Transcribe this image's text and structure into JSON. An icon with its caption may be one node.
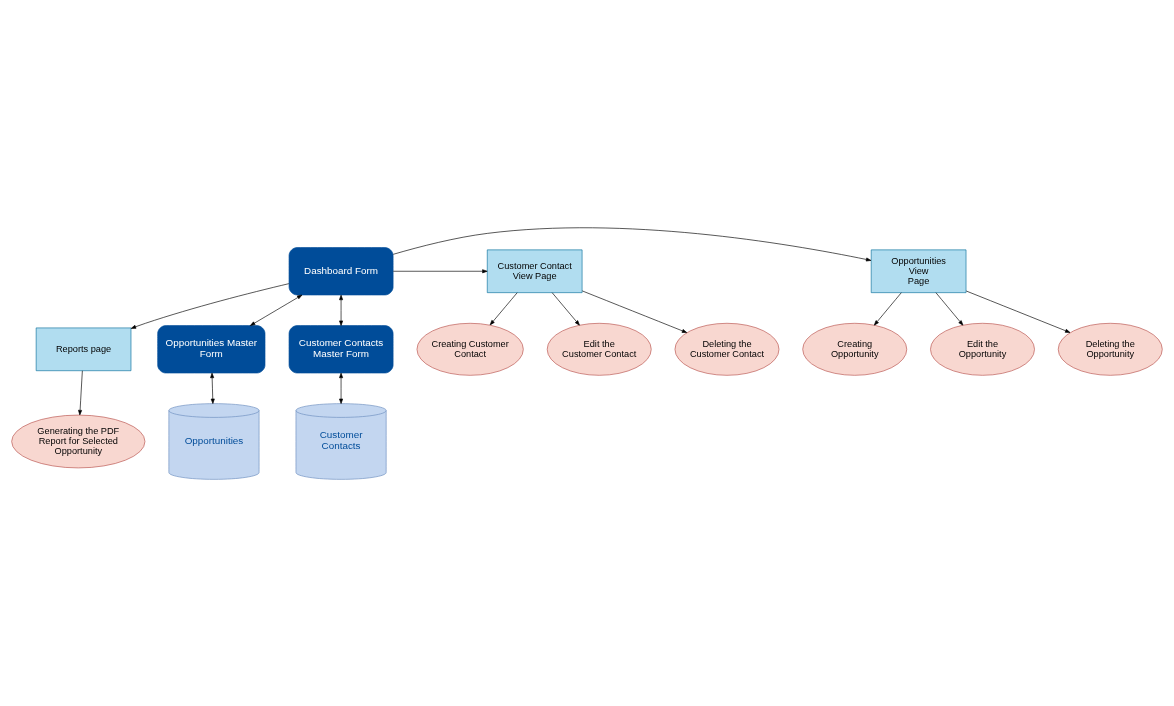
{
  "diagram": {
    "nodes": [
      {
        "text": [
          "Generating the PDF Report for Selected Opportunity"
        ]
      },
      {
        "text": [
          "Creating Opportunity"
        ]
      },
      {
        "text": [
          "Reports page"
        ]
      },
      {
        "text": [
          "Creating Customer Contact"
        ]
      },
      {
        "text": [
          "Edit the Opportunity"
        ]
      },
      {
        "text": [
          "Edit the Customer Contact"
        ]
      },
      {
        "text": [
          "Opportunities View Page"
        ]
      },
      {
        "text": [
          "Dashboard Form"
        ]
      },
      {
        "text": [
          "Customer Contact View Page"
        ]
      },
      {
        "text": [
          "Deleting the Opportunity"
        ]
      },
      {
        "text": [
          "Deleting the Customer Contact"
        ]
      },
      {
        "text": [
          "Opportunities Master Form"
        ]
      },
      {
        "text": [
          "Customer Contacts Master Form"
        ]
      },
      {
        "text": [
          "Opportunities"
        ]
      },
      {
        "text": [
          "Customer Contacts"
        ]
      }
    ],
    "edges": [
      {
        "from": 2,
        "to": 0,
        "arrow": "to"
      },
      {
        "from": 7,
        "to": 2,
        "arrow": "to"
      },
      {
        "from": 6,
        "to": 1,
        "arrow": "to"
      },
      {
        "from": 6,
        "to": 4,
        "arrow": "to"
      },
      {
        "from": 6,
        "to": 9,
        "arrow": "to"
      },
      {
        "from": 7,
        "to": 6,
        "arrow": "to"
      },
      {
        "from": 7,
        "to": 8,
        "arrow": "to"
      },
      {
        "from": 8,
        "to": 3,
        "arrow": "to"
      },
      {
        "from": 8,
        "to": 5,
        "arrow": "to"
      },
      {
        "from": 8,
        "to": 10,
        "arrow": "to"
      },
      {
        "from": 7,
        "to": 11,
        "arrow": "both"
      },
      {
        "from": 7,
        "to": 12,
        "arrow": "both"
      },
      {
        "from": 11,
        "to": 13,
        "arrow": "both"
      },
      {
        "from": 12,
        "to": 14,
        "arrow": "both"
      }
    ]
  }
}
